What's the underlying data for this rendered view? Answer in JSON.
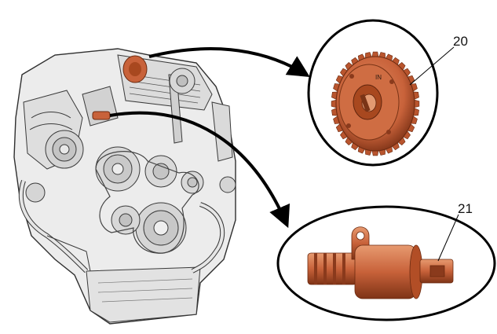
{
  "callouts": {
    "cam_phaser": "20",
    "oil_control_valve": "21"
  },
  "parts": {
    "cam_phaser_marking": "IN"
  },
  "colors": {
    "part_highlight": "#c8623a",
    "part_shadow": "#8a3a1c",
    "engine_line": "#3a3a3a",
    "engine_fill": "#e6e6e6",
    "arrow": "#000000"
  }
}
